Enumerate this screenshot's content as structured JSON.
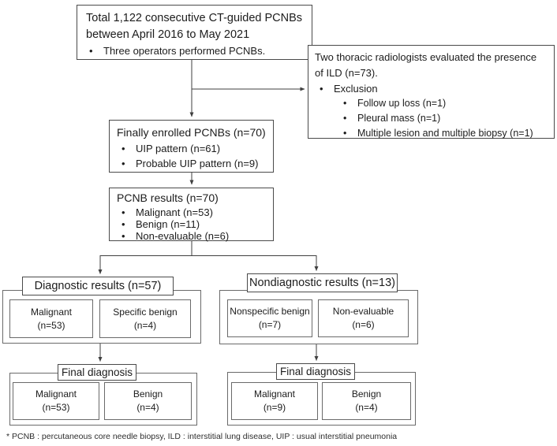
{
  "diagram": {
    "total_box": {
      "title_line1": "Total 1,122 consecutive CT-guided PCNBs",
      "title_line2": "between April 2016 to May 2021",
      "bullet1": "Three operators performed PCNBs."
    },
    "exclusion_box": {
      "title_line1": "Two thoracic radiologists evaluated the presence",
      "title_line2": "of ILD (n=73).",
      "bullet1": "Exclusion",
      "sub1": "Follow up loss (n=1)",
      "sub2": "Pleural mass (n=1)",
      "sub3": "Multiple lesion and multiple biopsy (n=1)"
    },
    "enrolled_box": {
      "title": "Finally enrolled PCNBs (n=70)",
      "bullet1": "UIP pattern (n=61)",
      "bullet2": "Probable UIP pattern (n=9)"
    },
    "results_box": {
      "title": "PCNB results (n=70)",
      "bullet1": "Malignant (n=53)",
      "bullet2": "Benign (n=11)",
      "bullet3": "Non-evaluable (n=6)"
    },
    "diagnostic_group": {
      "title": "Diagnostic results (n=57)",
      "box1_label": "Malignant",
      "box1_count": "(n=53)",
      "box2_label": "Specific benign",
      "box2_count": "(n=4)"
    },
    "nondiagnostic_group": {
      "title": "Nondiagnostic results (n=13)",
      "box1_label": "Nonspecific benign",
      "box1_count": "(n=7)",
      "box2_label": "Non-evaluable",
      "box2_count": "(n=6)"
    },
    "final_left": {
      "title": "Final diagnosis",
      "box1_label": "Malignant",
      "box1_count": "(n=53)",
      "box2_label": "Benign",
      "box2_count": "(n=4)"
    },
    "final_right": {
      "title": "Final diagnosis",
      "box1_label": "Malignant",
      "box1_count": "(n=9)",
      "box2_label": "Benign",
      "box2_count": "(n=4)"
    },
    "footnote": "* PCNB : percutaneous core needle biopsy, ILD : interstitial lung disease, UIP : usual interstitial pneumonia"
  },
  "colors": {
    "background": "#ffffff",
    "box_border": "#4a4a4a",
    "inner_border": "#6a6a6a",
    "text": "#1c1c1c",
    "connector": "#3f3f3f"
  }
}
